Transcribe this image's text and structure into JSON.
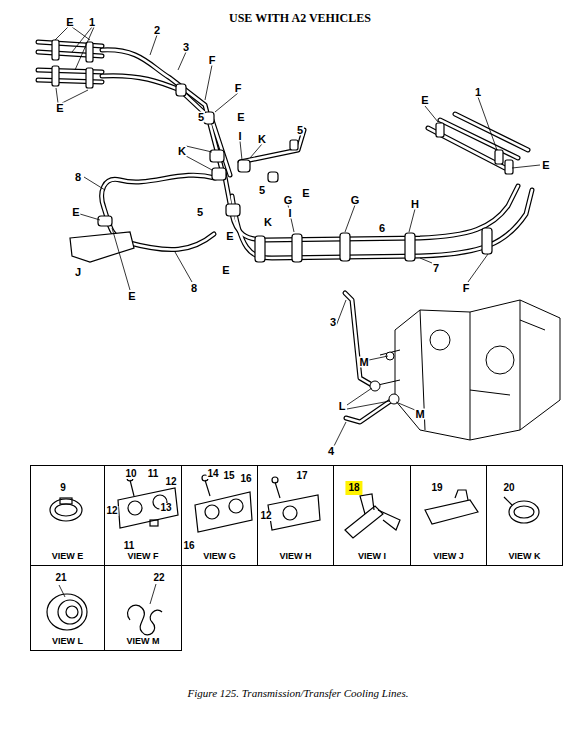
{
  "diagram": {
    "title": "USE WITH A2 VEHICLES",
    "caption": "Figure 125. Transmission/Transfer Cooling Lines.",
    "nodes": [
      {
        "text": [
          "9",
          "VIEW E"
        ]
      },
      {
        "text": [
          "10",
          "11",
          "12",
          "13",
          "11",
          "12",
          "VIEW F"
        ]
      },
      {
        "text": [
          "14",
          "15",
          "16",
          "16",
          "VIEW G"
        ]
      },
      {
        "text": [
          "17",
          "12",
          "VIEW H"
        ]
      },
      {
        "text": [
          "18",
          "VIEW I"
        ]
      },
      {
        "text": [
          "19",
          "VIEW J"
        ]
      },
      {
        "text": [
          "20",
          "VIEW K"
        ]
      },
      {
        "text": [
          "21",
          "VIEW L"
        ]
      },
      {
        "text": [
          "22",
          "VIEW M"
        ]
      }
    ],
    "labels": [
      "E",
      "1",
      "E",
      "2",
      "3",
      "F",
      "F",
      "E",
      "5",
      "K",
      "I",
      "K",
      "5",
      "E",
      "8",
      "E",
      "5",
      "I",
      "K",
      "5",
      "E",
      "E",
      "J",
      "E",
      "8",
      "G",
      "G",
      "6",
      "H",
      "E",
      "1",
      "E",
      "7",
      "F",
      "3",
      "M",
      "L",
      "M",
      "4"
    ]
  }
}
